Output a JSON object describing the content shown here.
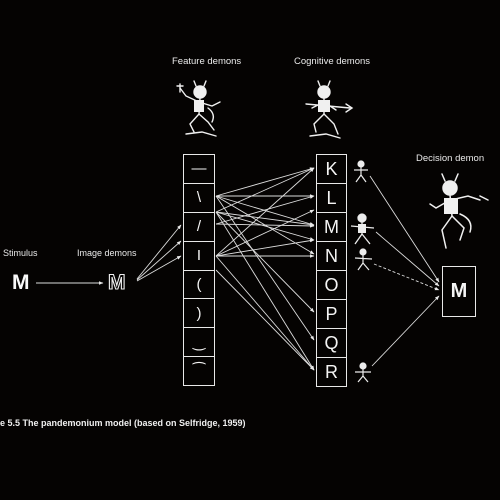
{
  "headers": {
    "feature_demons": "Feature demons",
    "cognitive_demons": "Cognitive demons",
    "decision_demon": "Decision demon"
  },
  "stimulus": {
    "label": "Stimulus",
    "letter": "M"
  },
  "image_demons": {
    "label": "Image demons",
    "letter": "M"
  },
  "features": [
    "—",
    "\\",
    "/",
    "I",
    "(",
    ")",
    "‿",
    "⁀"
  ],
  "cognitive": [
    "K",
    "L",
    "M",
    "N",
    "O",
    "P",
    "Q",
    "R"
  ],
  "decision": "M",
  "caption": "e 5.5  The pandemonium model (based on Selfridge, 1959)",
  "icons": {
    "feature_demon": "demon-with-pitchfork-icon",
    "cognitive_demon": "demon-with-pitchfork-icon",
    "decision_demon": "dancing-demon-icon",
    "small_demons": "small-shouting-demon-icon"
  }
}
